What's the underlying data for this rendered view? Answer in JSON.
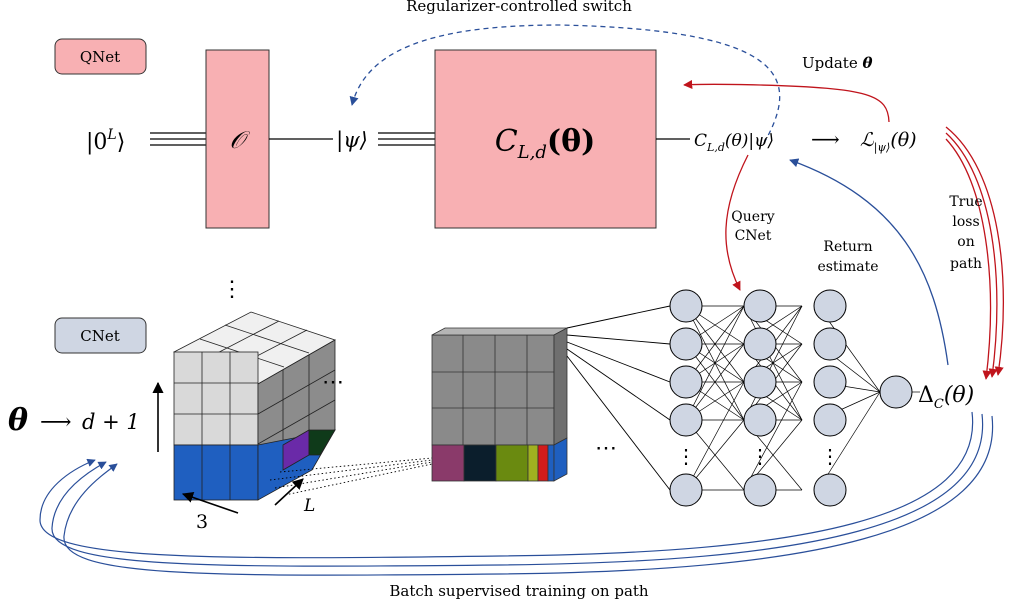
{
  "top": {
    "switch_label": "Regularizer-controlled switch",
    "update_label": "Update",
    "theta_symbol": "θ",
    "qnet_tag": "QNet",
    "ket_zero": "|0",
    "ket_zero_sup": "L",
    "ket_close": "⟩",
    "oracle": "𝒪",
    "psi_ket": "|ψ⟩",
    "circuit_main": "C",
    "circuit_sub": "L,d",
    "circuit_arg": "(θ)",
    "out_state": "C",
    "out_sub": "L,d",
    "out_arg": "(θ)|ψ⟩",
    "arrow_to_loss": "⟶",
    "loss_symbol": "ℒ",
    "loss_sub": "|ψ⟩",
    "loss_arg": "(θ)"
  },
  "middle": {
    "query_line1": "Query",
    "query_line2": "CNet",
    "return_line1": "Return",
    "return_line2": "estimate",
    "true_loss_lines": [
      "True",
      "loss",
      "on",
      "path"
    ]
  },
  "bottom": {
    "cnet_tag": "CNet",
    "vertical_dots": "⋮",
    "horizontal_dots": "⋯",
    "theta_input": "θ",
    "theta_arrow": "⟶",
    "depth_label": "d + 1",
    "width_label": "3",
    "length_label": "L",
    "delta_symbol": "Δ",
    "delta_sub": "C",
    "delta_arg": "(θ)",
    "batch_label": "Batch supervised training on path"
  },
  "colors": {
    "qnet_fill": "#f8b0b3",
    "cnet_fill": "#cfd6e3",
    "red_arrow": "#c0141c",
    "blue_arrow": "#2a4f9a",
    "cube_blue": "#1f5fc0",
    "cube_gray": "#d9d9d9"
  }
}
